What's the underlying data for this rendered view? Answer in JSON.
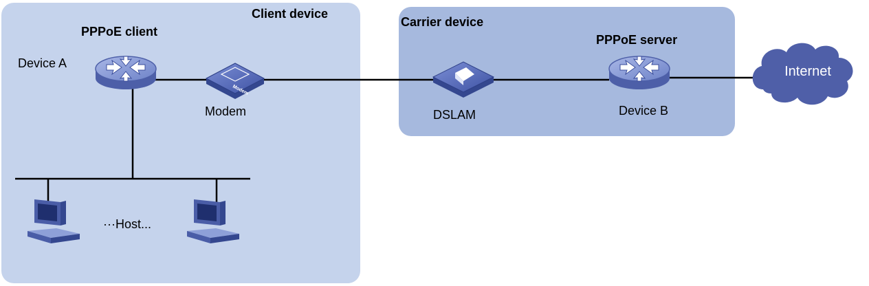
{
  "colors": {
    "client_region": "#c5d3ec",
    "carrier_region": "#a6b9de",
    "device_blue": "#4f63b0",
    "device_light": "#8ea0d8",
    "cloud": "#4f5fa8",
    "line": "#000000"
  },
  "regions": {
    "client": {
      "title": "Client device"
    },
    "carrier": {
      "title": "Carrier device"
    }
  },
  "devices": {
    "device_a": {
      "role": "PPPoE client",
      "name": "Device A",
      "icon": "router-icon"
    },
    "modem": {
      "name": "Modem",
      "badge": "Modem",
      "icon": "modem-icon"
    },
    "dslam": {
      "name": "DSLAM",
      "icon": "dslam-icon"
    },
    "device_b": {
      "role": "PPPoE server",
      "name": "Device B",
      "icon": "router-icon"
    },
    "internet": {
      "name": "Internet",
      "icon": "cloud-icon"
    },
    "hosts": {
      "label": "···Host...",
      "icon": "pc-icon"
    }
  }
}
